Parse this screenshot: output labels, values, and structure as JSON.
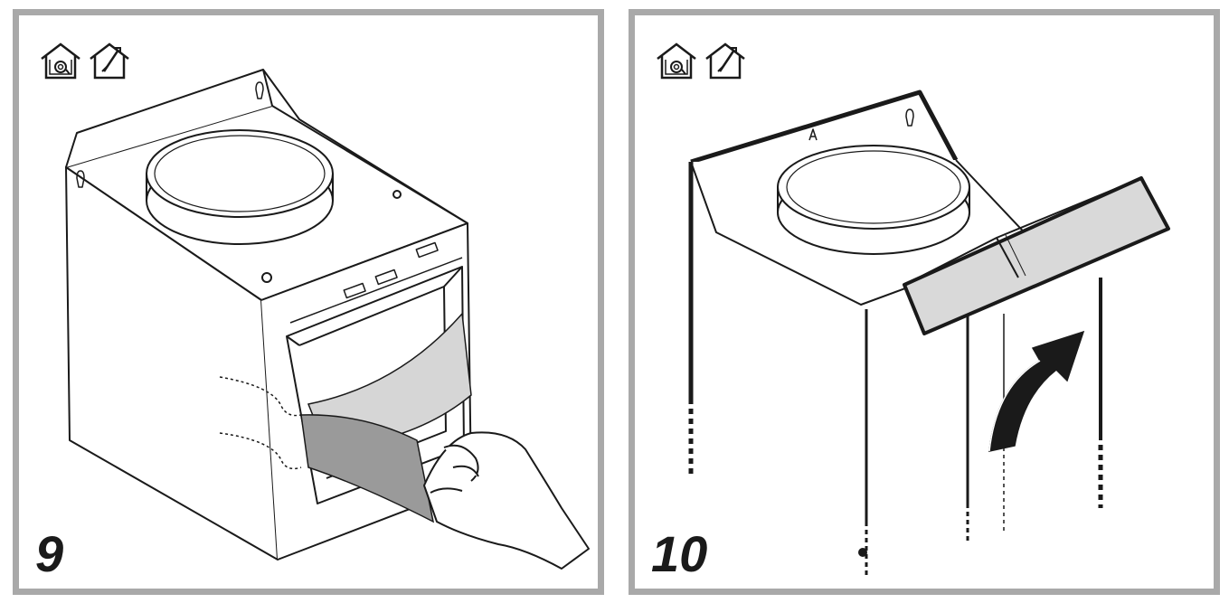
{
  "panels": [
    {
      "step_number": "9",
      "icons": [
        "recirculation-mode-icon",
        "ducted-mode-icon"
      ],
      "illustration": "hood-body-protective-film-removal"
    },
    {
      "step_number": "10",
      "icons": [
        "recirculation-mode-icon",
        "ducted-mode-icon"
      ],
      "illustration": "hood-body-lifted-onto-rods"
    }
  ],
  "colors": {
    "frame": "#a9a9a9",
    "line": "#1a1a1a",
    "film": "#9a9a9a",
    "panel_fill": "#d9d9d9"
  }
}
